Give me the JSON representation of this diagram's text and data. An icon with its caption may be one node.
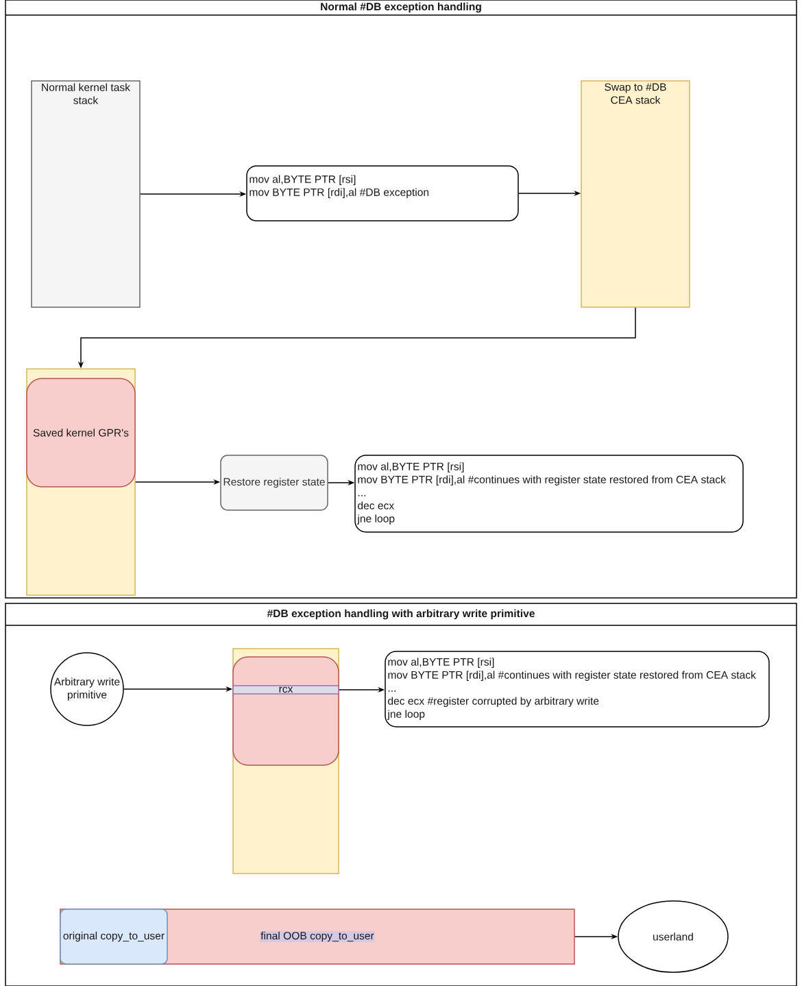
{
  "diagram": {
    "nodes": [
      {
        "text": [
          "Normal #DB exception handling"
        ]
      },
      {
        "text": [
          "Normal kernel task stack"
        ],
        "in": 0
      },
      {
        "text": [
          "mov al,BYTE PTR [rsi]",
          "mov BYTE PTR [rdi],al #DB exception"
        ],
        "in": 0
      },
      {
        "text": [
          "Swap to #DB CEA stack"
        ],
        "in": 0
      },
      {
        "text": [],
        "shape": "box",
        "in": 0
      },
      {
        "text": [
          "Saved kernel GPR's"
        ],
        "in": 4
      },
      {
        "text": [
          "Restore register state"
        ],
        "in": 0
      },
      {
        "text": [
          "mov al,BYTE PTR [rsi]",
          "mov BYTE PTR [rdi],al #continues with register state restored from CEA stack",
          "...",
          "dec ecx",
          "jne loop"
        ],
        "in": 0
      },
      {
        "text": [
          "#DB exception handling with arbitrary write primitive"
        ]
      },
      {
        "text": [
          "Arbitrary write primitive"
        ],
        "in": 8
      },
      {
        "text": [],
        "shape": "box",
        "in": 8
      },
      {
        "text": [],
        "shape": "box",
        "in": 10
      },
      {
        "text": [
          "rcx"
        ],
        "in": 11
      },
      {
        "text": [
          "mov al,BYTE PTR [rsi]",
          "mov BYTE PTR [rdi],al #continues with register state restored from CEA stack",
          "...",
          "dec ecx #register corrupted by arbitrary write",
          "jne loop"
        ],
        "in": 8
      },
      {
        "text": [
          "final OOB copy_to_user"
        ],
        "in": 8
      },
      {
        "text": [
          "original copy_to_user"
        ],
        "in": 14
      },
      {
        "text": [
          "userland"
        ],
        "in": 8
      }
    ],
    "edges": [
      {
        "from": 1,
        "to": 2,
        "arrow": "to"
      },
      {
        "from": 2,
        "to": 3,
        "arrow": "to"
      },
      {
        "from": 3,
        "to": 4,
        "arrow": "to"
      },
      {
        "from": 4,
        "to": 6,
        "arrow": "to"
      },
      {
        "from": 6,
        "to": 7,
        "arrow": "to"
      },
      {
        "from": 9,
        "to": 12,
        "arrow": "to"
      },
      {
        "from": 12,
        "to": 13,
        "arrow": "to"
      },
      {
        "from": 14,
        "to": 16,
        "arrow": "to"
      }
    ]
  }
}
